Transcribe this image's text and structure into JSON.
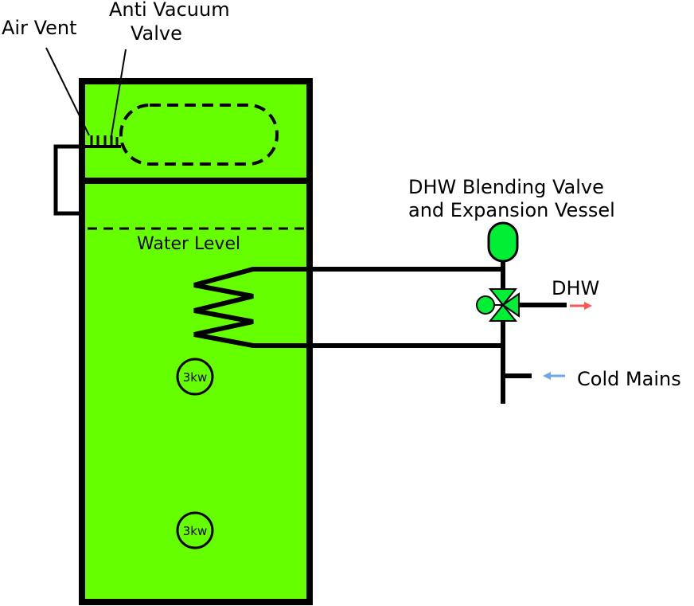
{
  "labels": {
    "air_vent": "Air Vent",
    "anti_vacuum_line1": "Anti Vacuum",
    "anti_vacuum_line2": "Valve",
    "water_level": "Water Level",
    "heater_top": "3kw",
    "heater_bottom": "3kw",
    "blending_line1": "DHW Blending Valve",
    "blending_line2": "and Expansion Vessel",
    "dhw": "DHW",
    "cold_mains": "Cold Mains"
  },
  "colors": {
    "tank_fill": "#66ff00",
    "outline": "#000000",
    "valve_fill": "#00ee33",
    "dhw_arrow": "#ff5555",
    "cold_arrow": "#6fa8e8"
  }
}
